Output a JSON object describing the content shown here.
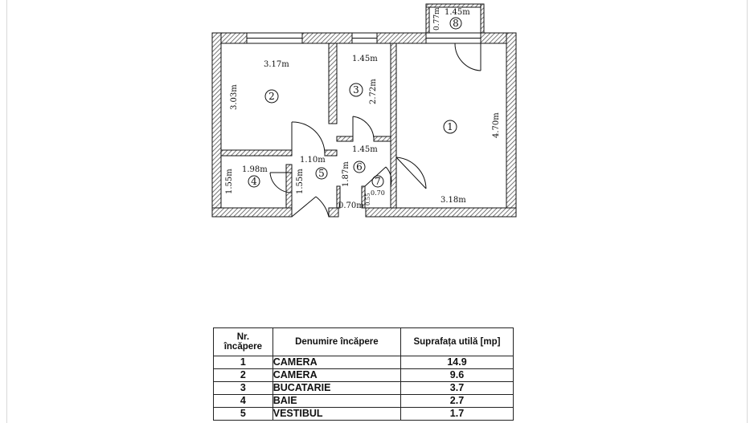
{
  "plan": {
    "rooms": [
      {
        "number": "1",
        "dimensions": [
          "4.70m",
          "3.18m"
        ]
      },
      {
        "number": "2",
        "dimensions": [
          "3.17m",
          "3.03m"
        ]
      },
      {
        "number": "3",
        "dimensions": [
          "1.45m",
          "2.72m"
        ]
      },
      {
        "number": "4",
        "dimensions": [
          "1.98m",
          "1.55m"
        ]
      },
      {
        "number": "5",
        "dimensions": [
          "1.10m",
          "1.55m"
        ]
      },
      {
        "number": "6",
        "dimensions": [
          "1.45m",
          "1.87m"
        ]
      },
      {
        "number": "7",
        "dimensions": [
          "0.70m",
          "0.70",
          "0.55"
        ]
      },
      {
        "number": "8",
        "dimensions": [
          "1.45m",
          "0.77m"
        ]
      }
    ]
  },
  "table": {
    "headers": {
      "nr_line1": "Nr.",
      "nr_line2": "încăpere",
      "name": "Denumire încăpere",
      "area": "Suprafața utilă [mp]"
    },
    "rows": [
      {
        "nr": "1",
        "name": "CAMERA",
        "area": "14.9"
      },
      {
        "nr": "2",
        "name": "CAMERA",
        "area": "9.6"
      },
      {
        "nr": "3",
        "name": "BUCATARIE",
        "area": "3.7"
      },
      {
        "nr": "4",
        "name": "BAIE",
        "area": "2.7"
      },
      {
        "nr": "5",
        "name": "VESTIBUL",
        "area": "1.7"
      }
    ]
  },
  "colors": {
    "wall_hatch": "#555555",
    "line": "#111111"
  }
}
